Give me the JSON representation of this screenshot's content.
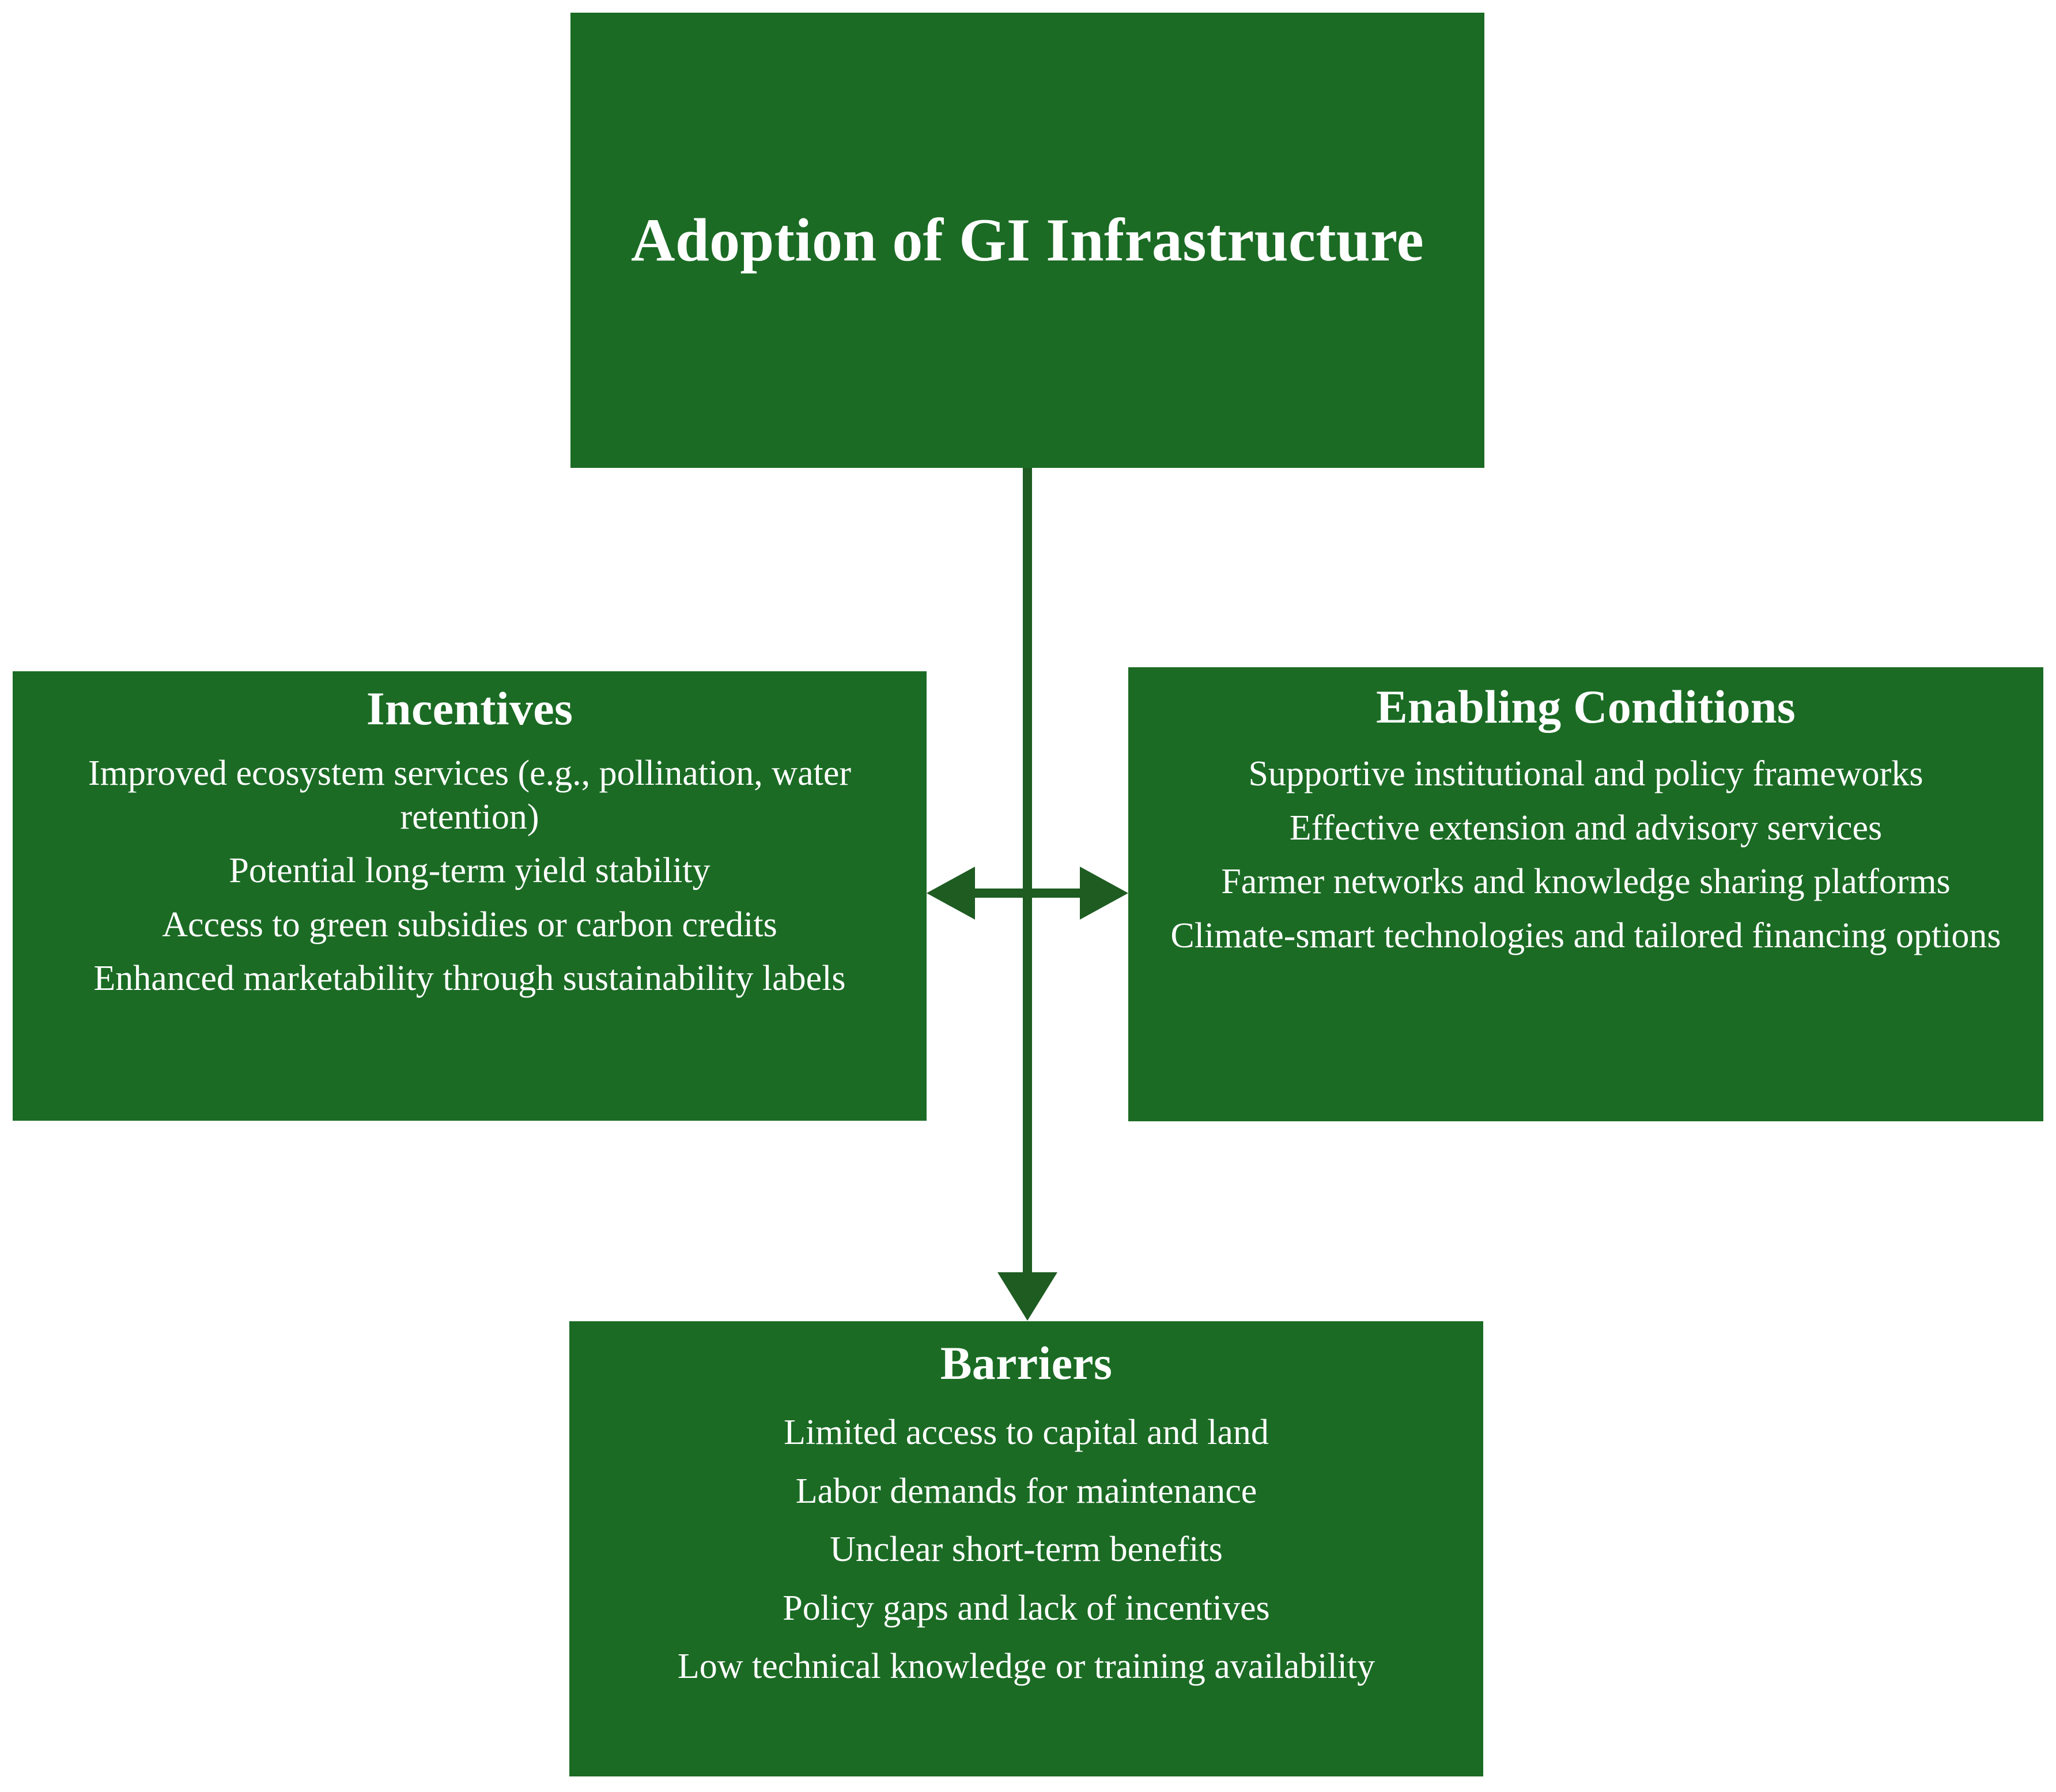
{
  "diagram": {
    "type": "flow-diagram",
    "title": "Adoption of GI Infrastructure",
    "colors": {
      "box_fill": "#1B6B24",
      "box_text": "#FFFFFF",
      "connector": "#1E5C22",
      "background": "#FFFFFF"
    },
    "nodes": {
      "adoption": {
        "title": "Adoption of GI Infrastructure",
        "lines": []
      },
      "incentives": {
        "title": "Incentives",
        "lines": [
          "Improved ecosystem services (e.g., pollination, water retention)",
          "Potential long-term yield stability",
          "Access to green subsidies or carbon credits",
          "Enhanced marketability through sustainability labels"
        ]
      },
      "enabling_conditions": {
        "title": "Enabling Conditions",
        "lines": [
          "Supportive institutional and policy frameworks",
          "Effective extension and advisory services",
          "Farmer networks and knowledge sharing platforms",
          "Climate-smart technologies and tailored financing options"
        ]
      },
      "barriers": {
        "title": "Barriers",
        "lines": [
          "Limited access to capital and land",
          "Labor demands for maintenance",
          "Unclear short-term benefits",
          "Policy gaps and lack of incentives",
          "Low technical knowledge or training availability"
        ]
      }
    },
    "connectors": [
      {
        "name": "adoption-to-barriers",
        "from": "adoption",
        "to": "barriers",
        "style": "single-arrow-down"
      },
      {
        "name": "incentives-to-enabling-conditions",
        "from": "incentives",
        "to": "enabling_conditions",
        "style": "double-headed-horizontal-arrow"
      }
    ]
  }
}
